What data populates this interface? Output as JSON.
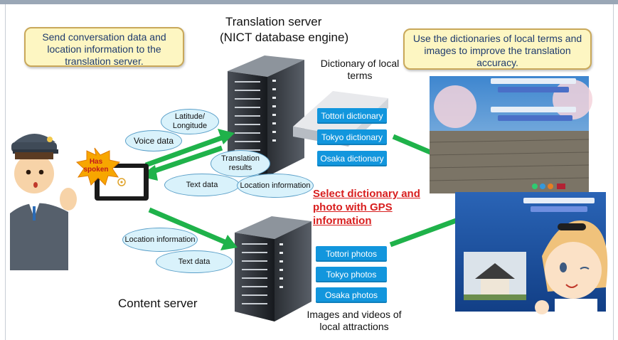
{
  "callouts": {
    "send": "Send conversation data and location information to the translation server.",
    "use": "Use the dictionaries of local terms and images to improve the translation accuracy."
  },
  "servers": {
    "translation_title": "Translation server",
    "translation_subtitle": "(NICT database engine)",
    "content_title": "Content server"
  },
  "dictionary_caption": "Dictionary of local terms",
  "media_caption": "Images and videos of local attractions",
  "dictionaries": [
    "Tottori dictionary",
    "Tokyo dictionary",
    "Osaka dictionary"
  ],
  "photos": [
    "Tottori photos",
    "Tokyo photos",
    "Osaka photos"
  ],
  "bubbles": {
    "latlon": "Latitude/ Longitude",
    "voice": "Voice data",
    "translation_results": "Translation results",
    "text_data_upper": "Text data",
    "location_upper": "Location information",
    "location_lower": "Location information",
    "text_data_lower": "Text data"
  },
  "has_spoken": "Has spoken",
  "select_text": "Select dictionary and photo with GPS information",
  "colors": {
    "arrow_green": "#1fb24a",
    "tag_blue": "#1296dd",
    "callout_fill": "#fdf6c2",
    "bubble_fill": "#d9f2fb",
    "accent_red": "#d81e1e",
    "starburst": "#f7a600"
  },
  "icons": {
    "translation_server": "server-rack-icon",
    "content_server": "server-rack-icon",
    "dictionary_book": "book-icon",
    "tablet": "tablet-icon",
    "station_staff": "staff-person-icon",
    "tourist": "tourist-person-icon"
  }
}
